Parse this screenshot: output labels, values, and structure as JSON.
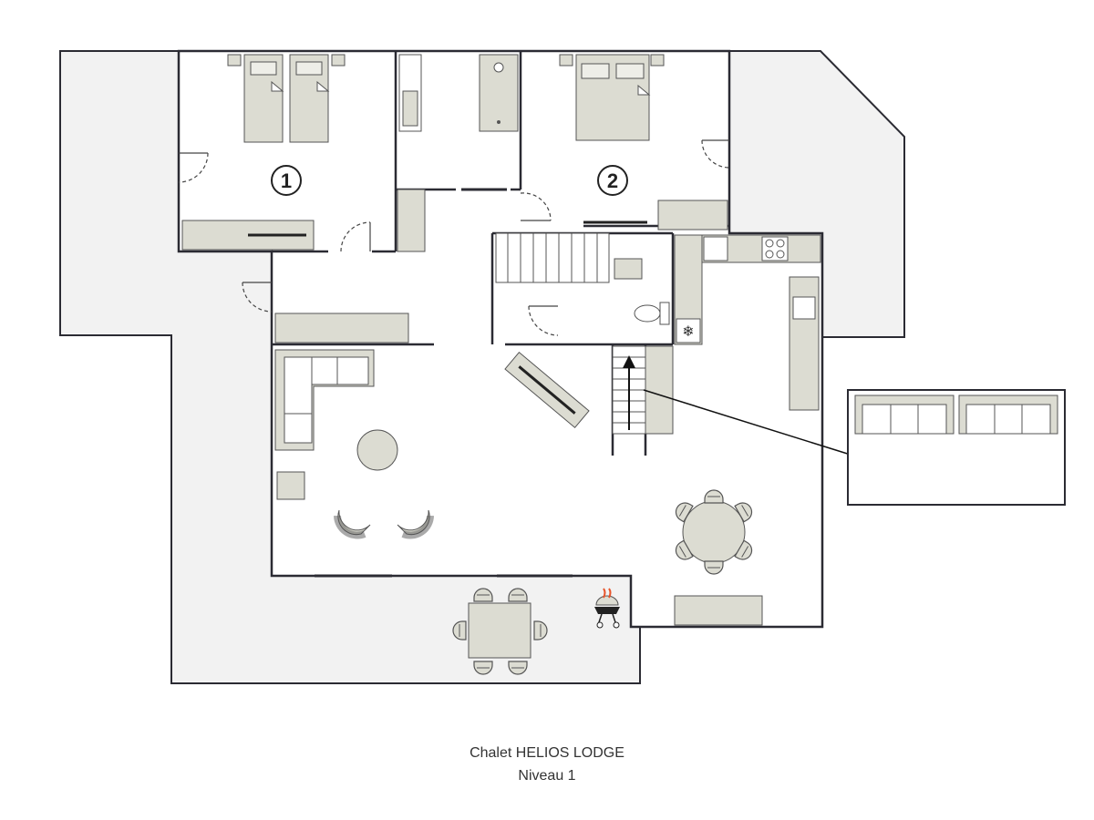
{
  "caption": {
    "title": "Chalet HELIOS LODGE",
    "subtitle": "Niveau 1"
  },
  "rooms": [
    {
      "number": "1"
    },
    {
      "number": "2"
    }
  ],
  "colors": {
    "wall": "#2b2b33",
    "terrace": "#f2f2f2",
    "interior": "#ffffff",
    "furniture": "#dcdcd2",
    "furniture_stroke": "#555555",
    "grill_flame": "#e8542a"
  },
  "icons": [
    "bed-icon",
    "bathtub-icon",
    "sink-icon",
    "toilet-icon",
    "stove-icon",
    "oven-icon",
    "fridge-icon",
    "sofa-icon",
    "armchair-icon",
    "table-icon",
    "chair-icon",
    "barbecue-icon",
    "stairs-arrow-icon"
  ]
}
